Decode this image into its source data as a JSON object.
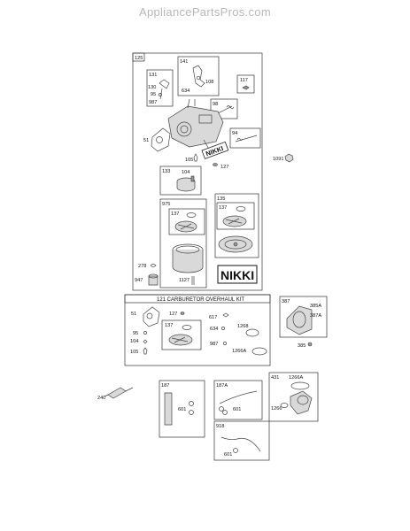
{
  "watermark": "AppliancePartsPros.com",
  "main_assembly": {
    "box_number": "125",
    "sub_131": {
      "box": "131",
      "parts": [
        "130",
        "95",
        "987"
      ]
    },
    "sub_141": {
      "box": "141",
      "parts": [
        "108",
        "634"
      ]
    },
    "sub_117": {
      "box": "117"
    },
    "sub_98": {
      "box": "98"
    },
    "sub_94": {
      "box": "94"
    },
    "loose": [
      "51",
      "105",
      "127",
      "1091"
    ],
    "sub_133": {
      "box": "133",
      "parts": [
        "104"
      ]
    },
    "sub_975": {
      "box": "975",
      "inner": "137",
      "parts": [
        "278",
        "947",
        "1127"
      ]
    },
    "sub_135": {
      "box": "135",
      "inner": "137"
    },
    "brand": "NIKKI",
    "brand_small": "NIKKI"
  },
  "kit": {
    "title": "121 CARBURETOR OVERHAUL KIT",
    "parts": [
      "51",
      "127",
      "617",
      "95",
      "634",
      "1268",
      "104",
      "105",
      "987",
      "1266A"
    ],
    "inner": "137"
  },
  "box_387": {
    "box": "387",
    "parts": [
      "385A",
      "387A",
      "385"
    ]
  },
  "part_240": "240",
  "box_187": {
    "box": "187",
    "parts": [
      "601"
    ]
  },
  "box_187A": {
    "box": "187A",
    "parts": [
      "601"
    ]
  },
  "box_431": {
    "box": "431",
    "parts": [
      "1266A",
      "1266"
    ]
  },
  "box_918": {
    "box": "918",
    "parts": [
      "601"
    ]
  }
}
